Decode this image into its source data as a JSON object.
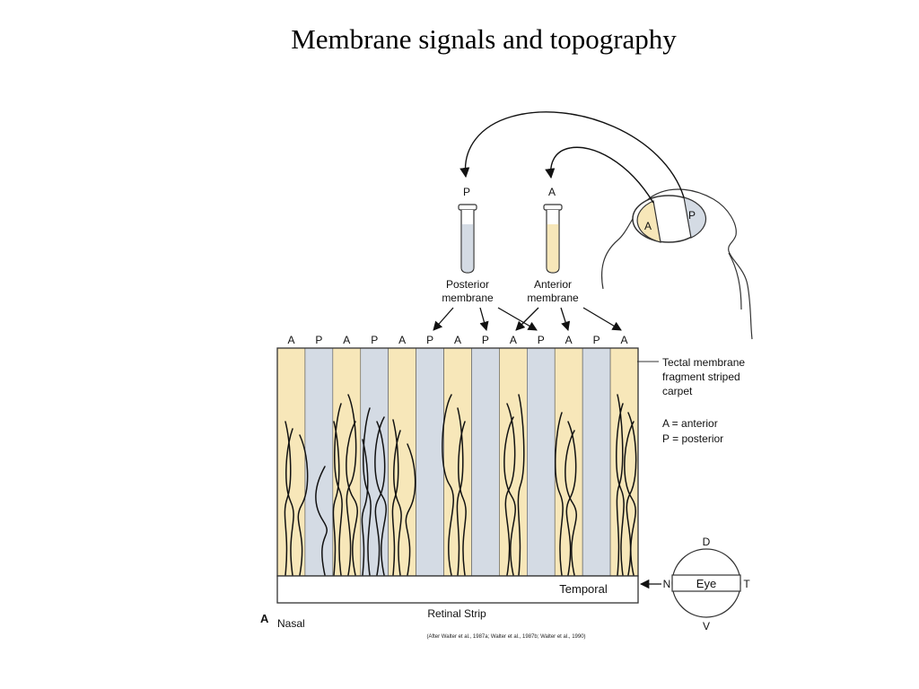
{
  "title": "Membrane signals and topography",
  "tubes": {
    "posterior": {
      "letter": "P",
      "label_line1": "Posterior",
      "label_line2": "membrane",
      "color": "#d4dbe4"
    },
    "anterior": {
      "letter": "A",
      "label_line1": "Anterior",
      "label_line2": "membrane",
      "color": "#f7e7b9"
    }
  },
  "tectum": {
    "anterior": "A",
    "posterior": "P"
  },
  "stripes": [
    "A",
    "P",
    "A",
    "P",
    "A",
    "P",
    "A",
    "P",
    "A",
    "P",
    "A",
    "P",
    "A"
  ],
  "colors": {
    "anterior": "#f7e7b9",
    "posterior": "#d4dbe4",
    "outline": "#333333"
  },
  "legend": {
    "carpet_line1": "Tectal membrane",
    "carpet_line2": "fragment striped",
    "carpet_line3": "carpet",
    "key_anterior": "A = anterior",
    "key_posterior": "P = posterior"
  },
  "strip": {
    "temporal": "Temporal",
    "caption": "Retinal Strip",
    "panel": "A",
    "nasal": "Nasal"
  },
  "eye": {
    "d": "D",
    "v": "V",
    "n": "N",
    "t": "T",
    "label": "Eye"
  },
  "citation": "(After Walter et al., 1987a; Walter et al., 1987b; Walter et al., 1990)"
}
